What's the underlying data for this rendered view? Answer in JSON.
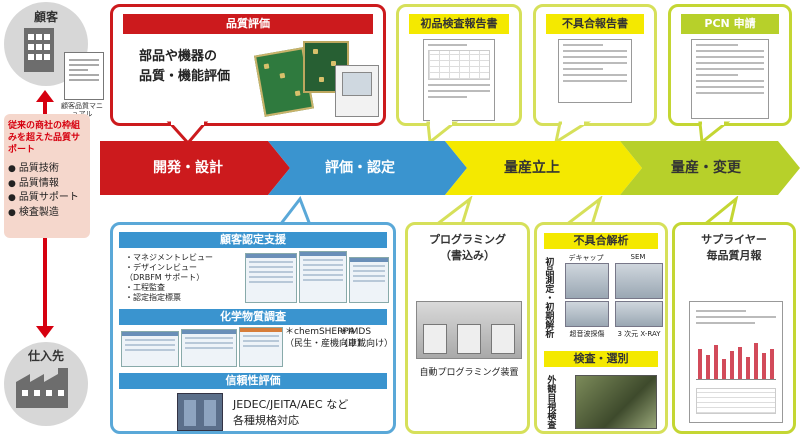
{
  "left": {
    "customer_label": "顧客",
    "manual_label": "顧客品質マニュアル",
    "support_title": "従来の商社の枠組みを超えた品質サポート",
    "support_items": [
      "品質技術",
      "品質情報",
      "品質サポート",
      "検査製造"
    ],
    "supplier_label": "仕入先"
  },
  "top": {
    "quality_eval": {
      "title": "品質評価",
      "text_line1": "部品や機器の",
      "text_line2": "品質・機能評価"
    },
    "first_article": {
      "title": "初品検査報告書"
    },
    "defect_report": {
      "title": "不具合報告書"
    },
    "pcn": {
      "title": "PCN 申請"
    }
  },
  "stages": [
    "開発・設計",
    "評価・認定",
    "量産立上",
    "量産・変更"
  ],
  "bottom": {
    "customer_cert": {
      "title": "顧客認定支援",
      "items": [
        "・マネジメントレビュー",
        "・デザインレビュー",
        "（DRBFM サポート）",
        "・工程監査",
        "・認定指定標票"
      ],
      "chem_title": "化学物質調査",
      "chem_left_1": "＊chemSHERPA",
      "chem_left_2": "（民生・産機向け）",
      "chem_right_1": "＊IMDS",
      "chem_right_2": "（車載向け）",
      "rel_title": "信頼性評価",
      "rel_line1": "JEDEC/JEITA/AEC など",
      "rel_line2": "各種規格対応"
    },
    "programming": {
      "title_1": "プログラミング",
      "title_2": "（書込み）",
      "caption": "自動プログラミング装置"
    },
    "defect_analysis": {
      "title": "不具合解析",
      "side_label": "初品測定・初期解析",
      "caps": [
        "デキャップ",
        "SEM",
        "超音波探傷",
        "3 次元 X-RAY"
      ],
      "inspect_title": "検査・選別",
      "inspect_side": "外観目視検査"
    },
    "supplier_report": {
      "title_1": "サプライヤー",
      "title_2": "毎品質月報"
    }
  },
  "colors": {
    "red": "#cc1a1d",
    "blue": "#3a94cf",
    "yellow": "#f4e900",
    "green": "#b7d02a"
  }
}
